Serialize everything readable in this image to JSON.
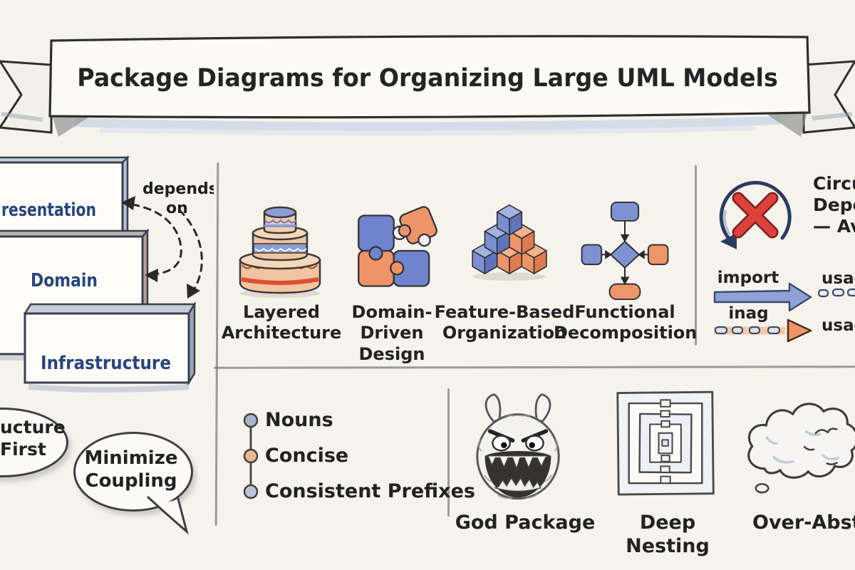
{
  "banner": {
    "title": "Package Diagrams for Organizing Large UML Models"
  },
  "layers": {
    "boxes": [
      {
        "label": "resentation"
      },
      {
        "label": "Domain"
      },
      {
        "label": "Infrastructure"
      }
    ],
    "depends": {
      "line1": "depends",
      "line2": "on"
    }
  },
  "strategies": {
    "items": [
      {
        "icon": "layer-cake-icon",
        "label": "Layered\nArchitecture"
      },
      {
        "icon": "puzzle-icon",
        "label": "Domain-Driven\nDesign"
      },
      {
        "icon": "stacked-cubes-icon",
        "label": "Feature-Based\nOrganization"
      },
      {
        "icon": "flowchart-icon",
        "label": "Functional\nDecomposition"
      }
    ]
  },
  "dependencies": {
    "circular_warning": {
      "icon": "no-cycle-icon",
      "text": "Circul\nDepend\n— Avo"
    },
    "import_label": "import",
    "usage_label_top": "usag",
    "inag_label": "inag",
    "usage_label_bottom": "usag"
  },
  "principles": {
    "bubbles": [
      {
        "text": "ucture\nFirst"
      },
      {
        "text": "Minimize\nCoupling"
      }
    ]
  },
  "naming": {
    "items": [
      {
        "label": "Nouns",
        "dot_color": "#a9b4cb"
      },
      {
        "label": "Concise",
        "dot_color": "#eab795"
      },
      {
        "label": "Consistent Prefixes",
        "dot_color": "#bcc5d8"
      }
    ]
  },
  "antipatterns": {
    "items": [
      {
        "icon": "monster-icon",
        "label": "God Package"
      },
      {
        "icon": "nested-squares-icon",
        "label": "Deep Nesting"
      },
      {
        "icon": "cloud-icon",
        "label": "Over-Abstrac"
      }
    ]
  },
  "colors": {
    "background": "#f6f3ec",
    "ink": "#2b2b2b",
    "navy_label": "#27457e",
    "accent_blue": "#7d92d2",
    "accent_orange": "#f0936a",
    "error_red": "#dd423a",
    "divider_gray": "#7d7d7d",
    "shadow_blue": "#b9c3d6"
  }
}
